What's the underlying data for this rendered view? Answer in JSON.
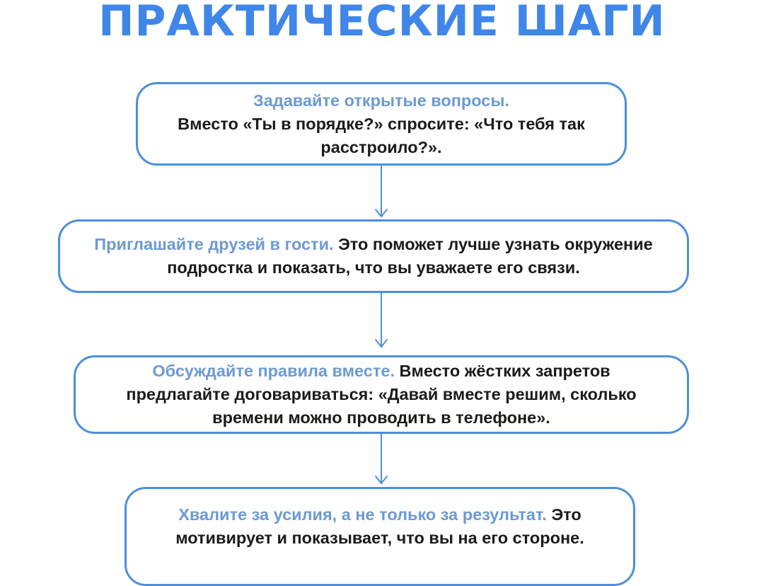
{
  "title": "ПРАКТИЧЕСКИЕ ШАГИ",
  "colors": {
    "title": "#3f86e8",
    "border": "#4d8fdb",
    "lead_text": "#6c9ad2",
    "body_text": "#1b1b1b",
    "connector": "#4d8fdb"
  },
  "steps": [
    {
      "lead": "Задавайте открытые вопросы.",
      "text": "Вместо «Ты в порядке?» спросите: «Что тебя так расстроило?»."
    },
    {
      "lead": "Приглашайте друзей в гости.",
      "text": " Это поможет лучше узнать окружение подростка и показать, что вы уважаете его связи."
    },
    {
      "lead": "Обсуждайте правила вместе.",
      "text": " Вместо жёстких запретов предлагайте договариваться: «Давай вместе решим, сколько времени можно проводить в телефоне»."
    },
    {
      "lead": "Хвалите за усилия, а не только за результат.",
      "text": " Это мотивирует и показывает, что вы на его стороне."
    }
  ]
}
